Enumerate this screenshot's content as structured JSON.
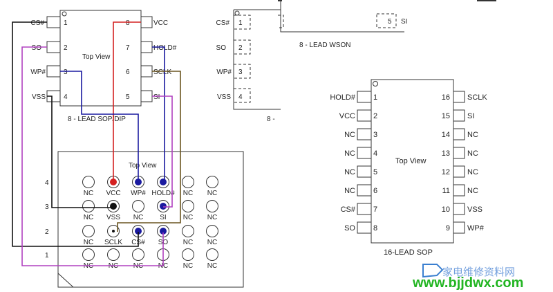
{
  "sop8": {
    "title": "Top View",
    "caption": "8 - LEAD SOP/DIP",
    "left_pins": [
      {
        "num": "1",
        "name": "CS#"
      },
      {
        "num": "2",
        "name": "SO"
      },
      {
        "num": "3",
        "name": "WP#"
      },
      {
        "num": "4",
        "name": "VSS"
      }
    ],
    "right_pins": [
      {
        "num": "8",
        "name": "VCC"
      },
      {
        "num": "7",
        "name": "HOLD#"
      },
      {
        "num": "6",
        "name": "SCLK"
      },
      {
        "num": "5",
        "name": "SI"
      }
    ]
  },
  "wson8": {
    "caption": "8 - LEAD WSON",
    "caption2": "8 -",
    "left_pins": [
      {
        "num": "1",
        "name": "CS#"
      },
      {
        "num": "2",
        "name": "SO"
      },
      {
        "num": "3",
        "name": "WP#"
      },
      {
        "num": "4",
        "name": "VSS"
      }
    ],
    "right_pins": [
      {
        "num": "5",
        "name": "SI"
      }
    ]
  },
  "sop16": {
    "title": "Top View",
    "caption": "16-LEAD SOP",
    "left_pins": [
      {
        "num": "1",
        "name": "HOLD#"
      },
      {
        "num": "2",
        "name": "VCC"
      },
      {
        "num": "3",
        "name": "NC"
      },
      {
        "num": "4",
        "name": "NC"
      },
      {
        "num": "5",
        "name": "NC"
      },
      {
        "num": "6",
        "name": "NC"
      },
      {
        "num": "7",
        "name": "CS#"
      },
      {
        "num": "8",
        "name": "SO"
      }
    ],
    "right_pins": [
      {
        "num": "16",
        "name": "SCLK"
      },
      {
        "num": "15",
        "name": "SI"
      },
      {
        "num": "14",
        "name": "NC"
      },
      {
        "num": "13",
        "name": "NC"
      },
      {
        "num": "12",
        "name": "NC"
      },
      {
        "num": "11",
        "name": "NC"
      },
      {
        "num": "10",
        "name": "VSS"
      },
      {
        "num": "9",
        "name": "WP#"
      }
    ]
  },
  "bga": {
    "title": "Top View",
    "row_labels": [
      "4",
      "3",
      "2",
      "1"
    ],
    "rows": [
      [
        "NC",
        "VCC",
        "WP#",
        "HOLD#",
        "NC",
        "NC"
      ],
      [
        "NC",
        "VSS",
        "NC",
        "SI",
        "NC",
        "NC"
      ],
      [
        "NC",
        "SCLK",
        "CS#",
        "SO",
        "NC",
        "NC"
      ],
      [
        "NC",
        "NC",
        "NC",
        "NC",
        "NC",
        "NC"
      ]
    ]
  },
  "watermark": {
    "chinese": "家电维修资料网",
    "url": "www.bjjdwx.com"
  },
  "colors": {
    "red_wire": "#d42020",
    "blue_wire": "#1a1aa0",
    "purple_wire": "#b040c0",
    "brown_wire": "#6a5520",
    "black_wire": "#111111",
    "watermark_green": "#22b522",
    "watermark_blue": "#3a7fd0"
  }
}
